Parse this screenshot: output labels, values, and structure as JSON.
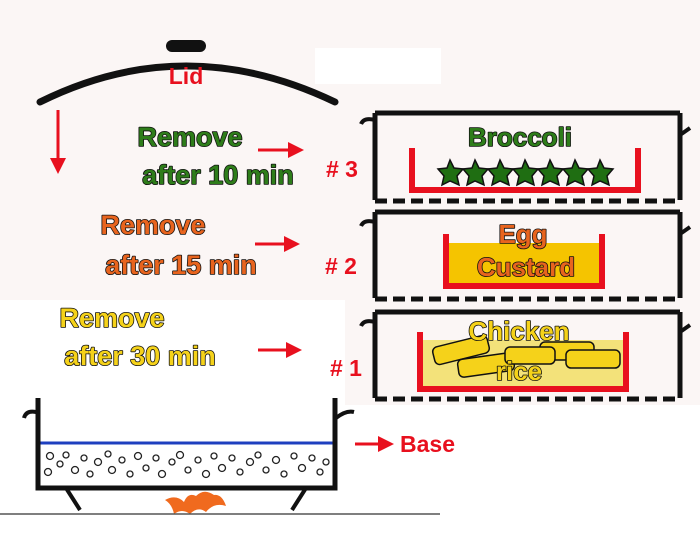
{
  "lid": {
    "label": "Lid"
  },
  "tiers": [
    {
      "number": "# 3",
      "remove": "Remove",
      "after": "after 10 min",
      "food": [
        "Broccoli"
      ],
      "color": "#2e7d1a"
    },
    {
      "number": "# 2",
      "remove": "Remove",
      "after": "after 15 min",
      "food": [
        "Egg",
        "Custard"
      ],
      "color": "#e8641e"
    },
    {
      "number": "# 1",
      "remove": "Remove",
      "after": "after 30 min",
      "food": [
        "Chicken",
        "rice"
      ],
      "color": "#f5d21a"
    }
  ],
  "base": {
    "label": "Base"
  },
  "colors": {
    "red": "#e8101e",
    "outline": "#111111",
    "water": "#1e3fbf",
    "custard": "#f5c400",
    "rice": "#f3e27a",
    "broccoli": "#1f6e12",
    "flame": "#f06a1e"
  }
}
